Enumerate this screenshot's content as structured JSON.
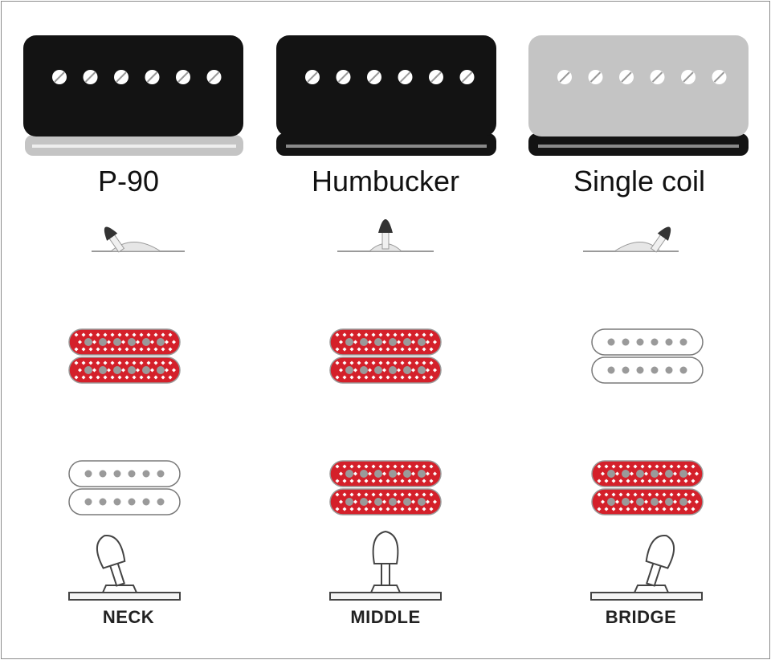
{
  "colors": {
    "active_coil": "#d4202a",
    "inactive_coil": "#ffffff",
    "pole_active": "#9a9a9a",
    "pole_inactive": "#9a9a9a",
    "cover_black": "#131313",
    "cover_grey": "#c4c4c4",
    "switch_cap": "#333333",
    "switch_lever": "#f0f0f0"
  },
  "columns": [
    {
      "pickup_type": "P-90",
      "cover": "black cover, light grey base",
      "toggle_tilt": "left",
      "upper_pickup": "active",
      "lower_pickup": "inactive",
      "switch_position": "NECK"
    },
    {
      "pickup_type": "Humbucker",
      "cover": "black cover, black base",
      "toggle_tilt": "center",
      "upper_pickup": "active",
      "lower_pickup": "active",
      "switch_position": "MIDDLE"
    },
    {
      "pickup_type": "Single coil",
      "cover": "grey cover, black base",
      "toggle_tilt": "right",
      "upper_pickup": "inactive",
      "lower_pickup": "active",
      "switch_position": "BRIDGE"
    }
  ],
  "icons": {
    "pickup_cover": "pickup-cover-icon",
    "mini_toggle": "mini-toggle-icon",
    "humbucker": "humbucker-icon",
    "selector_switch": "selector-switch-icon"
  }
}
